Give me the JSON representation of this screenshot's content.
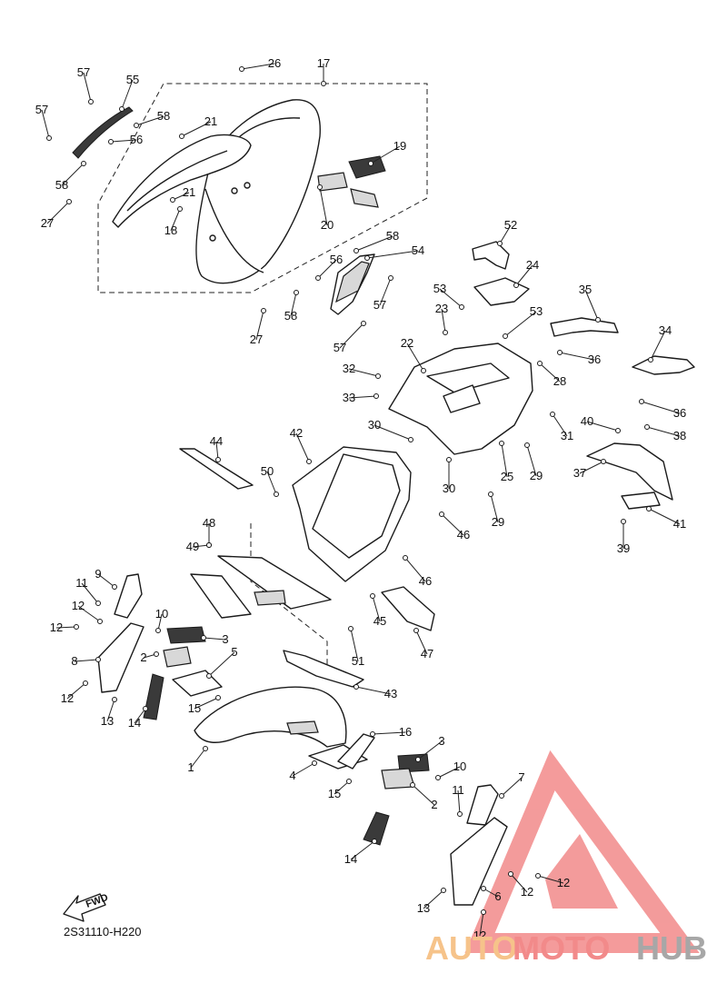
{
  "diagram_code": "2S31110-H220",
  "fwd_label": "FWD",
  "watermark": {
    "part1": "AUTO",
    "part2": "MOTO",
    "part3": "HUB"
  },
  "colors": {
    "ink": "#1a1a1a",
    "watermark_red": "#f28a8a",
    "watermark_orange": "#f6c38a",
    "watermark_grey": "#a7a7a7"
  },
  "callouts": [
    {
      "label": "26"
    },
    {
      "label": "17"
    },
    {
      "label": "57"
    },
    {
      "label": "55"
    },
    {
      "label": "57"
    },
    {
      "label": "58"
    },
    {
      "label": "21"
    },
    {
      "label": "56"
    },
    {
      "label": "19"
    },
    {
      "label": "58"
    },
    {
      "label": "21"
    },
    {
      "label": "27"
    },
    {
      "label": "18"
    },
    {
      "label": "20"
    },
    {
      "label": "58"
    },
    {
      "label": "56"
    },
    {
      "label": "54"
    },
    {
      "label": "57"
    },
    {
      "label": "58"
    },
    {
      "label": "27"
    },
    {
      "label": "57"
    },
    {
      "label": "52"
    },
    {
      "label": "24"
    },
    {
      "label": "53"
    },
    {
      "label": "23"
    },
    {
      "label": "53"
    },
    {
      "label": "35"
    },
    {
      "label": "22"
    },
    {
      "label": "34"
    },
    {
      "label": "36"
    },
    {
      "label": "32"
    },
    {
      "label": "28"
    },
    {
      "label": "33"
    },
    {
      "label": "36"
    },
    {
      "label": "30"
    },
    {
      "label": "31"
    },
    {
      "label": "40"
    },
    {
      "label": "38"
    },
    {
      "label": "44"
    },
    {
      "label": "42"
    },
    {
      "label": "30"
    },
    {
      "label": "25"
    },
    {
      "label": "29"
    },
    {
      "label": "37"
    },
    {
      "label": "50"
    },
    {
      "label": "29"
    },
    {
      "label": "41"
    },
    {
      "label": "48"
    },
    {
      "label": "46"
    },
    {
      "label": "39"
    },
    {
      "label": "49"
    },
    {
      "label": "9"
    },
    {
      "label": "46"
    },
    {
      "label": "11"
    },
    {
      "label": "12"
    },
    {
      "label": "45"
    },
    {
      "label": "10"
    },
    {
      "label": "12"
    },
    {
      "label": "3"
    },
    {
      "label": "47"
    },
    {
      "label": "2"
    },
    {
      "label": "5"
    },
    {
      "label": "51"
    },
    {
      "label": "8"
    },
    {
      "label": "43"
    },
    {
      "label": "12"
    },
    {
      "label": "13"
    },
    {
      "label": "15"
    },
    {
      "label": "14"
    },
    {
      "label": "16"
    },
    {
      "label": "3"
    },
    {
      "label": "1"
    },
    {
      "label": "4"
    },
    {
      "label": "10"
    },
    {
      "label": "7"
    },
    {
      "label": "15"
    },
    {
      "label": "11"
    },
    {
      "label": "2"
    },
    {
      "label": "14"
    },
    {
      "label": "12"
    },
    {
      "label": "12"
    },
    {
      "label": "13"
    },
    {
      "label": "6"
    },
    {
      "label": "12"
    }
  ]
}
